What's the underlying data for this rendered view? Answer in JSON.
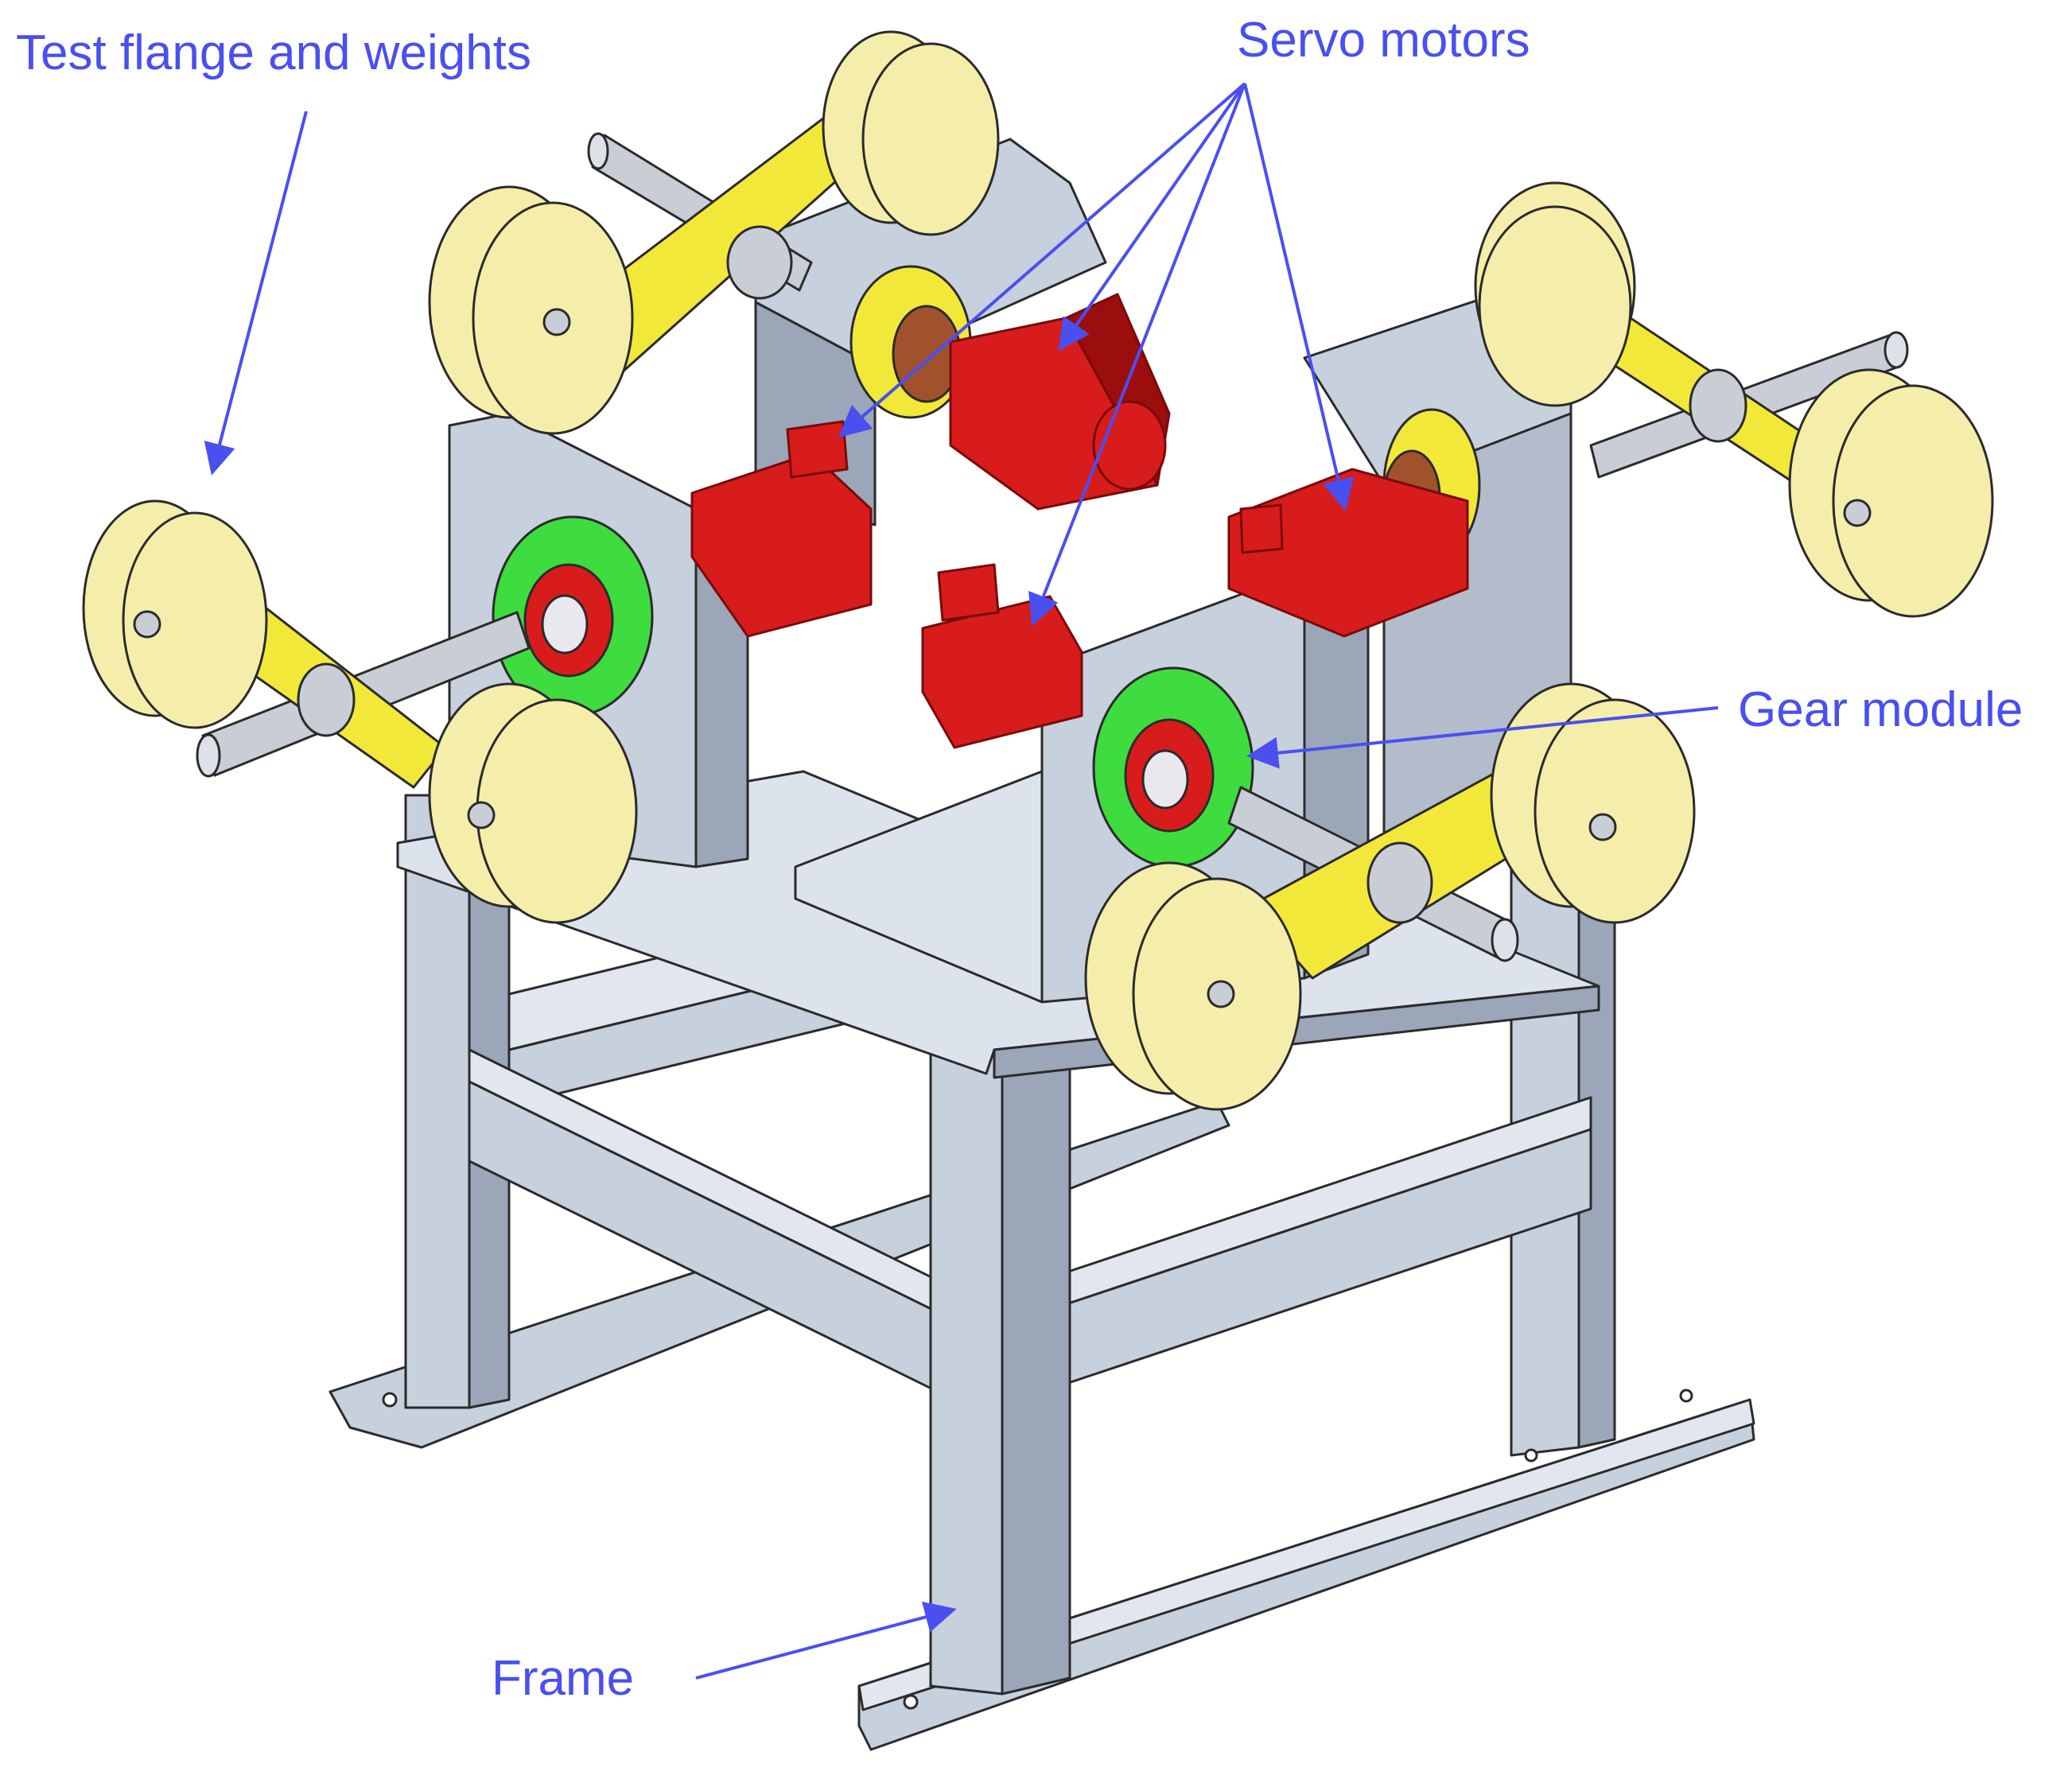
{
  "colors": {
    "label": "#4a4ff0",
    "frame": "#c7d0dd",
    "frame_dark": "#9ba6b8",
    "frame_light": "#e2e7ef",
    "motor": "#d81c1c",
    "motor_dark": "#9c0d0d",
    "gear_green": "#3fdc3f",
    "yellow_arm": "#f2e83a",
    "weight_disc": "#f5eeaa",
    "shaft": "#c9cdd6",
    "outline": "#2b2b2b"
  },
  "labels": {
    "flange": "Test flange and weights",
    "servo": "Servo motors",
    "gear": "Gear module",
    "frame": "Frame"
  },
  "icons": {
    "test_rig": "cad-test-rig-illustration"
  }
}
